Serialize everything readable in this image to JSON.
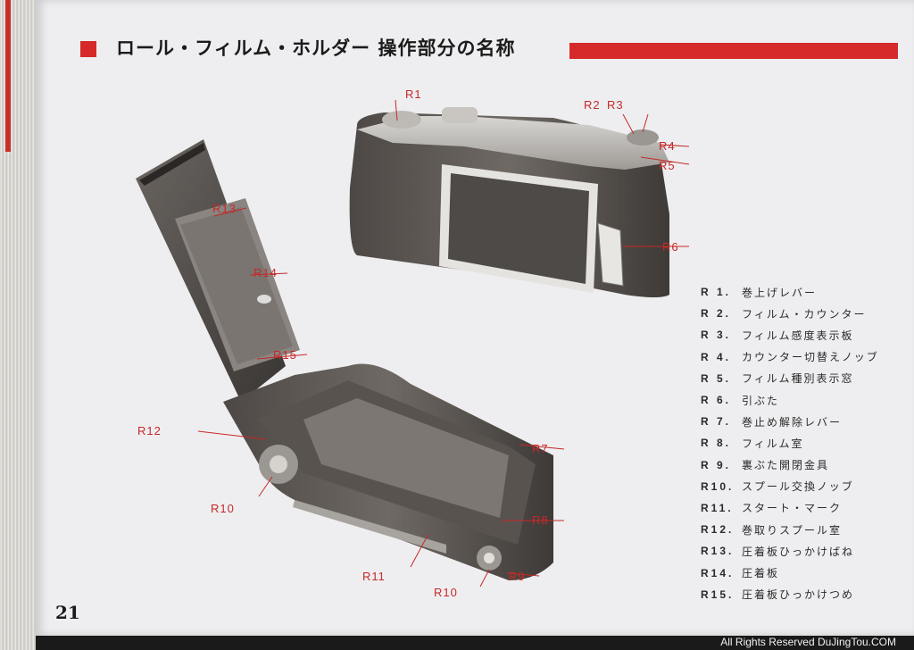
{
  "title": "ロール・フィルム・ホルダー 操作部分の名称",
  "page_number": "21",
  "watermark": "All Rights Reserved DuJingTou.COM",
  "callouts": [
    "R1",
    "R2",
    "R3",
    "R4",
    "R5",
    "R6",
    "R13",
    "R14",
    "R15",
    "R12",
    "R7",
    "R10",
    "R8",
    "R11",
    "R10",
    "R9"
  ],
  "legend": [
    {
      "code": "R 1.",
      "text": "巻上げレバー"
    },
    {
      "code": "R 2.",
      "text": "フィルム・カウンター"
    },
    {
      "code": "R 3.",
      "text": "フィルム感度表示板"
    },
    {
      "code": "R 4.",
      "text": "カウンター切替えノッブ"
    },
    {
      "code": "R 5.",
      "text": "フィルム種別表示窓"
    },
    {
      "code": "R 6.",
      "text": "引ぶた"
    },
    {
      "code": "R 7.",
      "text": "巻止め解除レバー"
    },
    {
      "code": "R 8.",
      "text": "フィルム室"
    },
    {
      "code": "R 9.",
      "text": "裏ぶた開閉金具"
    },
    {
      "code": "R10.",
      "text": "スプール交換ノッブ"
    },
    {
      "code": "R11.",
      "text": "スタート・マーク"
    },
    {
      "code": "R12.",
      "text": "巻取りスプール室"
    },
    {
      "code": "R13.",
      "text": "圧着板ひっかけばね"
    },
    {
      "code": "R14.",
      "text": "圧着板"
    },
    {
      "code": "R15.",
      "text": "圧着板ひっかけつめ"
    }
  ],
  "colors": {
    "accent": "#d62a2a",
    "callout": "#c62828",
    "page": "#eeeef0"
  }
}
